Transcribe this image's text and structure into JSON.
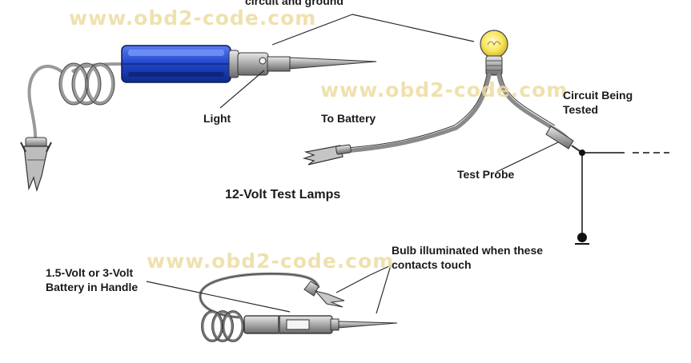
{
  "watermark": "www.obd2-code.com",
  "labels": {
    "top_cut": "circuit and ground",
    "light": "Light",
    "to_battery": "To Battery",
    "circuit_line1": "Circuit Being",
    "circuit_line2": "Tested",
    "test_probe": "Test Probe",
    "title": "12-Volt Test Lamps",
    "bulb_line1": "Bulb illuminated when these",
    "bulb_line2": "contacts touch",
    "battery_line1": "1.5-Volt or 3-Volt",
    "battery_line2": "Battery in Handle"
  },
  "colors": {
    "handle_blue": "#1f45c8",
    "bulb_yellow": "#f7e65a",
    "watermark": "#eddca0",
    "line": "#2a2a2a"
  },
  "icons": [
    "alligator-clip-icon",
    "bulb-icon",
    "ground-symbol-icon",
    "probe-tip-icon"
  ]
}
